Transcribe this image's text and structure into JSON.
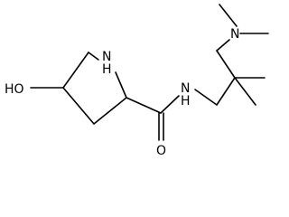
{
  "molecule": {
    "atoms": [
      {
        "id": "ho",
        "label": "HO"
      },
      {
        "id": "nh_ring",
        "label": "N\nH"
      },
      {
        "id": "nh_amide",
        "label": "N\nH"
      },
      {
        "id": "n_amine",
        "label": "N"
      },
      {
        "id": "o_carbonyl",
        "label": "O"
      }
    ],
    "bonds": [
      {
        "from": "c_oh",
        "to": "ho",
        "order": 1
      },
      {
        "from": "c_oh",
        "to": "c_top",
        "order": 1
      },
      {
        "from": "c_top",
        "to": "nh_ring",
        "order": 1
      },
      {
        "from": "nh_ring",
        "to": "c_alpha",
        "order": 1
      },
      {
        "from": "c_alpha",
        "to": "c_low",
        "order": 1
      },
      {
        "from": "c_low",
        "to": "c_oh",
        "order": 1
      },
      {
        "from": "c_alpha",
        "to": "c_amide",
        "order": 1
      },
      {
        "from": "c_amide",
        "to": "o_carbonyl",
        "order": 2
      },
      {
        "from": "c_amide",
        "to": "nh_amide",
        "order": 1
      },
      {
        "from": "nh_amide",
        "to": "c_ch2a",
        "order": 1
      },
      {
        "from": "c_ch2a",
        "to": "c_quat",
        "order": 1
      },
      {
        "from": "c_quat",
        "to": "c_me1",
        "order": 1
      },
      {
        "from": "c_quat",
        "to": "c_me2",
        "order": 1
      },
      {
        "from": "c_quat",
        "to": "c_ch2b",
        "order": 1
      },
      {
        "from": "c_ch2b",
        "to": "n_amine",
        "order": 1
      },
      {
        "from": "n_amine",
        "to": "c_nme1",
        "order": 1
      },
      {
        "from": "n_amine",
        "to": "c_nme2",
        "order": 1
      }
    ]
  },
  "labels": {
    "hydroxyl": "HO",
    "ring_n": "N",
    "ring_h": "H",
    "amide_n": "N",
    "amide_h": "H",
    "amine_n": "N",
    "carbonyl_o": "O"
  },
  "colors": {
    "bond": "#000000",
    "text": "#000000",
    "background": "#ffffff"
  }
}
